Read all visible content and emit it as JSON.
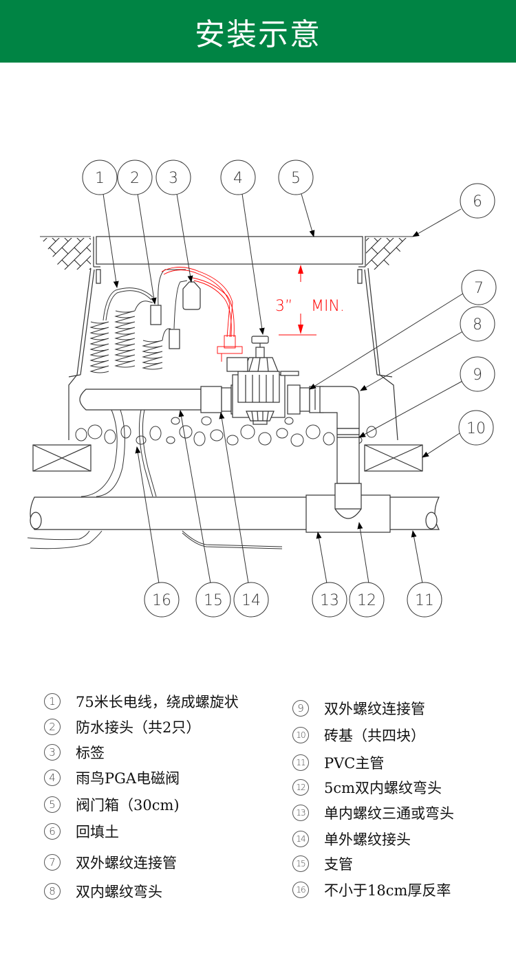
{
  "header": {
    "title": "安装示意",
    "background_color": "#008444"
  },
  "diagram": {
    "dimension_label": "3” MIN.",
    "dimension_value": "3”",
    "dimension_suffix": "MIN.",
    "dimension_color": "#ff0000",
    "callouts": [
      "1",
      "2",
      "3",
      "4",
      "5",
      "6",
      "7",
      "8",
      "9",
      "10",
      "11",
      "12",
      "13",
      "14",
      "15",
      "16"
    ]
  },
  "legend": {
    "left": [
      {
        "num": "1",
        "label": "75米长电线，绕成螺旋状"
      },
      {
        "num": "2",
        "label": "防水接头（共2只）"
      },
      {
        "num": "3",
        "label": "标签"
      },
      {
        "num": "4",
        "label": "雨鸟PGA电磁阀"
      },
      {
        "num": "5",
        "label": "阀门箱（30cm)"
      },
      {
        "num": "6",
        "label": "回填土"
      },
      {
        "num": "7",
        "label": "双外螺纹连接管"
      },
      {
        "num": "8",
        "label": "双内螺纹弯头"
      }
    ],
    "right": [
      {
        "num": "9",
        "label": "双外螺纹连接管"
      },
      {
        "num": "10",
        "label": "砖基（共四块）"
      },
      {
        "num": "11",
        "label": "PVC主管"
      },
      {
        "num": "12",
        "label": "5cm双内螺纹弯头"
      },
      {
        "num": "13",
        "label": "单内螺纹三通或弯头"
      },
      {
        "num": "14",
        "label": "单外螺纹接头"
      },
      {
        "num": "15",
        "label": "支管"
      },
      {
        "num": "16",
        "label": "不小于18cm厚反率"
      }
    ]
  }
}
